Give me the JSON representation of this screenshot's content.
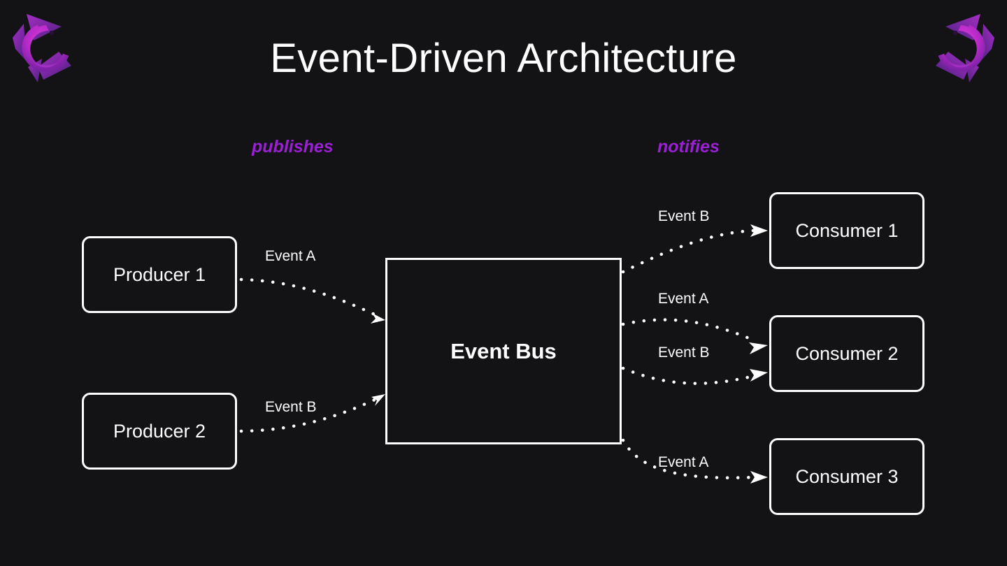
{
  "slide": {
    "title": "Event-Driven Architecture",
    "background_color": "#131215",
    "accent_color": "#9b1fd4",
    "node_border_color": "#ffffff",
    "text_color": "#ffffff"
  },
  "logos": {
    "left": {
      "name": "reactivex-logo",
      "alt": "ReactiveX pinwheel logo"
    },
    "right": {
      "name": "reactivex-logo",
      "alt": "ReactiveX pinwheel logo mirrored"
    },
    "colors": {
      "blade_dark": "#5f2a8f",
      "blade_mid": "#7d2aa8",
      "blade_light": "#a42fc4",
      "swirl_core": "#c42fd0",
      "swirl_edge": "#8e22b8"
    }
  },
  "captions": {
    "publishes": "publishes",
    "notifies": "notifies"
  },
  "nodes": {
    "producer_1": "Producer 1",
    "producer_2": "Producer 2",
    "event_bus": "Event Bus",
    "consumer_1": "Consumer 1",
    "consumer_2": "Consumer 2",
    "consumer_3": "Consumer 3"
  },
  "edges": [
    {
      "id": "p1-bus",
      "from": "Producer 1",
      "to": "Event Bus",
      "label": "Event A",
      "group": "publishes"
    },
    {
      "id": "p2-bus",
      "from": "Producer 2",
      "to": "Event Bus",
      "label": "Event B",
      "group": "publishes"
    },
    {
      "id": "bus-c1",
      "from": "Event Bus",
      "to": "Consumer 1",
      "label": "Event B",
      "group": "notifies"
    },
    {
      "id": "bus-c2a",
      "from": "Event Bus",
      "to": "Consumer 2",
      "label": "Event A",
      "group": "notifies"
    },
    {
      "id": "bus-c2b",
      "from": "Event Bus",
      "to": "Consumer 2",
      "label": "Event B",
      "group": "notifies"
    },
    {
      "id": "bus-c3",
      "from": "Event Bus",
      "to": "Consumer 3",
      "label": "Event A",
      "group": "notifies"
    }
  ]
}
